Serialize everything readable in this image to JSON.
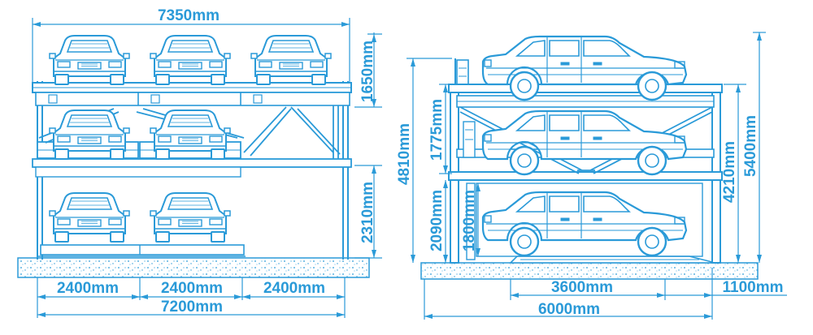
{
  "colors": {
    "stroke": "#2a9ad8",
    "ground": "#2a9ad8",
    "background": "#ffffff"
  },
  "front_view": {
    "top_width": "7350mm",
    "level3_height": "1650mm",
    "level1_height": "2310mm",
    "bay_widths": [
      "2400mm",
      "2400mm",
      "2400mm"
    ],
    "total_width": "7200mm"
  },
  "side_view": {
    "dim_4810": "4810mm",
    "dim_1775": "1775mm",
    "dim_2090": "2090mm",
    "dim_1800": "1800mm",
    "dim_4210": "4210mm",
    "dim_5400": "5400mm",
    "dim_3600": "3600mm",
    "dim_1100": "1100mm",
    "dim_6000": "6000mm"
  }
}
